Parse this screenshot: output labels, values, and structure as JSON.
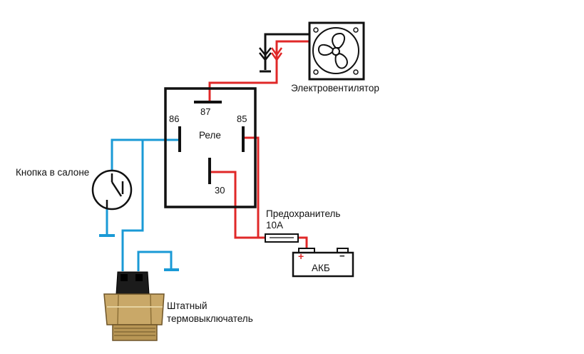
{
  "labels": {
    "fan": "Электровентилятор",
    "relay": "Реле",
    "pin_87": "87",
    "pin_86": "86",
    "pin_85": "85",
    "pin_30": "30",
    "button": "Кнопка в салоне",
    "fuse": "Предохранитель",
    "fuse_rating": "10А",
    "battery": "АКБ",
    "battery_plus": "+",
    "battery_minus": "−",
    "sensor_line1": "Штатный",
    "sensor_line2": "термовыключатель"
  },
  "colors": {
    "positive_wire": "#e02828",
    "signal_wire": "#1a9ad6",
    "ground_wire": "#111111",
    "outline": "#111111",
    "sensor_brass": "#c9a868"
  },
  "icons": {
    "fan": "fan-icon",
    "button": "push-button-icon",
    "battery": "battery-icon",
    "fuse": "fuse-icon",
    "sensor": "thermo-switch-icon",
    "ground": "ground-icon"
  }
}
